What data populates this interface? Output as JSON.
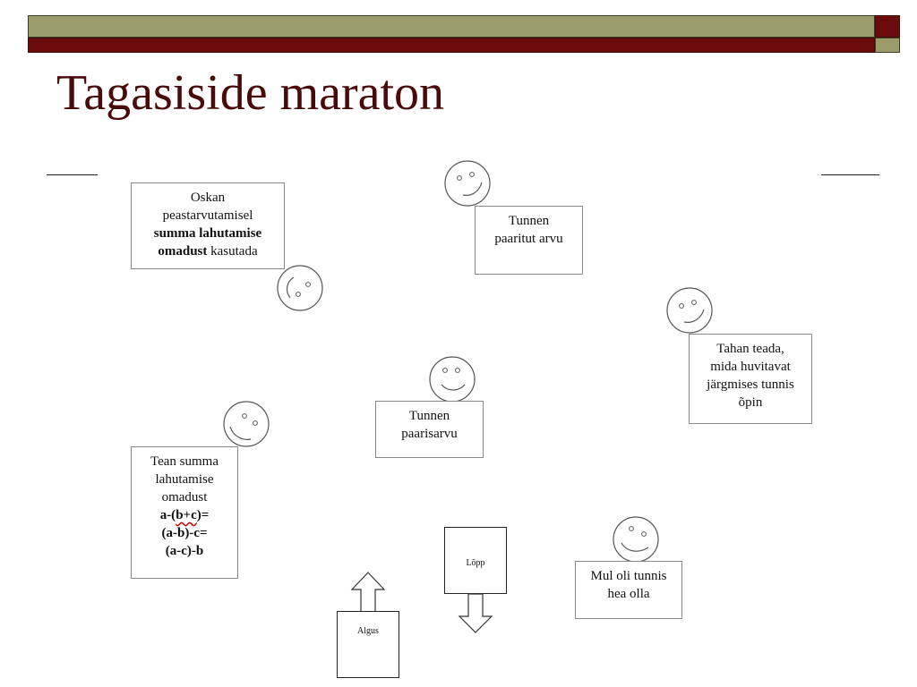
{
  "slide": {
    "title": "Tagasiside maraton"
  },
  "cards": {
    "summa": {
      "line1": "Oskan",
      "line2": "peastarvutamisel",
      "line3_bold": "summa lahutamise",
      "line4_bold": "omadust",
      "line4_rest": " kasutada"
    },
    "paaritu": {
      "line1": "Tunnen",
      "line2": "paaritut arvu"
    },
    "tahan": {
      "line1": "Tahan teada,",
      "line2": "mida huvitavat",
      "line3": "järgmises tunnis",
      "line4": "õpin"
    },
    "paaris": {
      "line1": "Tunnen",
      "line2": "paarisarvu"
    },
    "tean": {
      "line1": "Tean summa",
      "line2": "lahutamise",
      "line3": "omadust",
      "f_a": "a-(",
      "f_bc": "b+c",
      "f_end": ")=",
      "line5": "(a-b)-c=",
      "line6": "(a-c)-b"
    },
    "hea": {
      "line1": "Mul oli tunnis",
      "line2": "hea olla"
    }
  },
  "flow": {
    "start_label": "Algus",
    "end_label": "Lõpp"
  },
  "icons": {
    "face": "smiley-face-icon",
    "arrow_up": "arrow-up-icon",
    "arrow_down": "arrow-down-icon"
  },
  "colors": {
    "olive": "#9c9b6a",
    "dark_red": "#6b0c0c",
    "title": "#4a0a0a"
  }
}
